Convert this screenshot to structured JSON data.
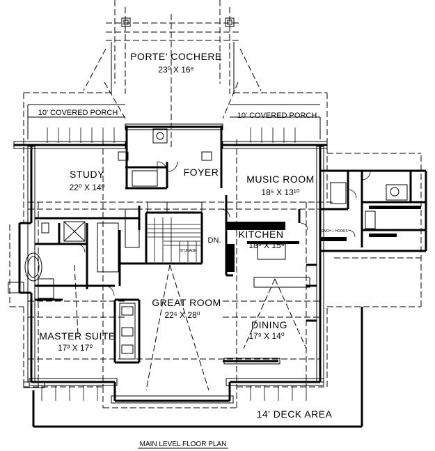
{
  "plan_title": "MAIN LEVEL FLOOR PLAN",
  "rooms": [
    {
      "key": "porte",
      "name": "PORTE' COCHERE",
      "dim": "23⁰ X 16⁸"
    },
    {
      "key": "porch_left",
      "name": "10' COVERED PORCH"
    },
    {
      "key": "porch_right",
      "name": "10' COVERED PORCH"
    },
    {
      "key": "study",
      "name": "STUDY",
      "dim": "22⁰ X 14⁰"
    },
    {
      "key": "foyer",
      "name": "FOYER"
    },
    {
      "key": "music",
      "name": "MUSIC ROOM",
      "dim": "18⁵ X 13¹⁰"
    },
    {
      "key": "kitchen",
      "name": "KITCHEN",
      "dim": "18⁵ X 15⁶"
    },
    {
      "key": "great",
      "name": "GREAT ROOM",
      "dim": "22⁶ X 28⁰"
    },
    {
      "key": "dining",
      "name": "DINING",
      "dim": "17⁹ X 14⁰"
    },
    {
      "key": "master",
      "name": "MASTER SUITE",
      "dim": "17³ X 17⁰"
    },
    {
      "key": "deck",
      "name": "14' DECK AREA"
    }
  ],
  "small_labels": {
    "dn": "DN.",
    "storage": "STORAGE",
    "bench": "BENCH + HOOKS"
  }
}
